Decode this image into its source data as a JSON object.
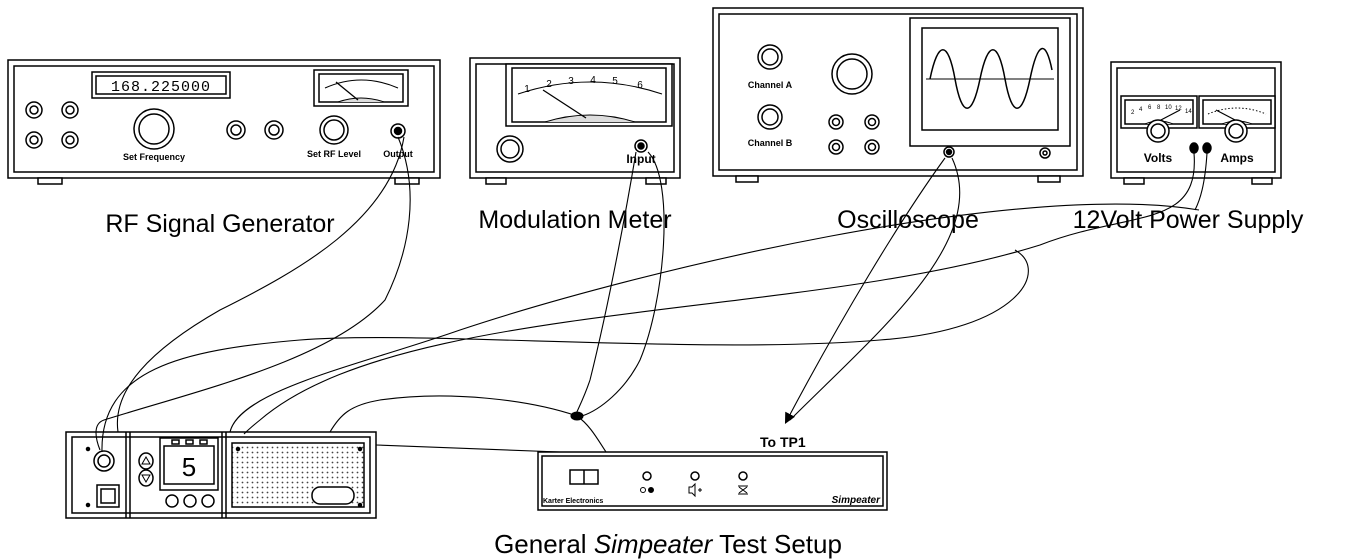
{
  "title": {
    "prefix": "General ",
    "italic": "Simpeater",
    "suffix": " Test Setup"
  },
  "rf_generator": {
    "label": "RF Signal Generator",
    "frequency": "168.225000",
    "set_frequency": "Set Frequency",
    "set_rf_level": "Set RF Level",
    "output": "Output"
  },
  "modulation_meter": {
    "label": "Modulation Meter",
    "input": "Input",
    "scale": [
      "1",
      "2",
      "3",
      "4",
      "5",
      "6"
    ]
  },
  "oscilloscope": {
    "label": "Oscilloscope",
    "channel_a": "Channel A",
    "channel_b": "Channel B"
  },
  "power_supply": {
    "label": "12Volt Power Supply",
    "volts": "Volts",
    "amps": "Amps",
    "volt_scale": [
      "2",
      "4",
      "6",
      "8",
      "10",
      "12",
      "14"
    ]
  },
  "radio": {
    "display_digit": "5"
  },
  "simpeater": {
    "brand": "Karter Electronics",
    "name": "Simpeater",
    "test_point": "To TP1"
  }
}
